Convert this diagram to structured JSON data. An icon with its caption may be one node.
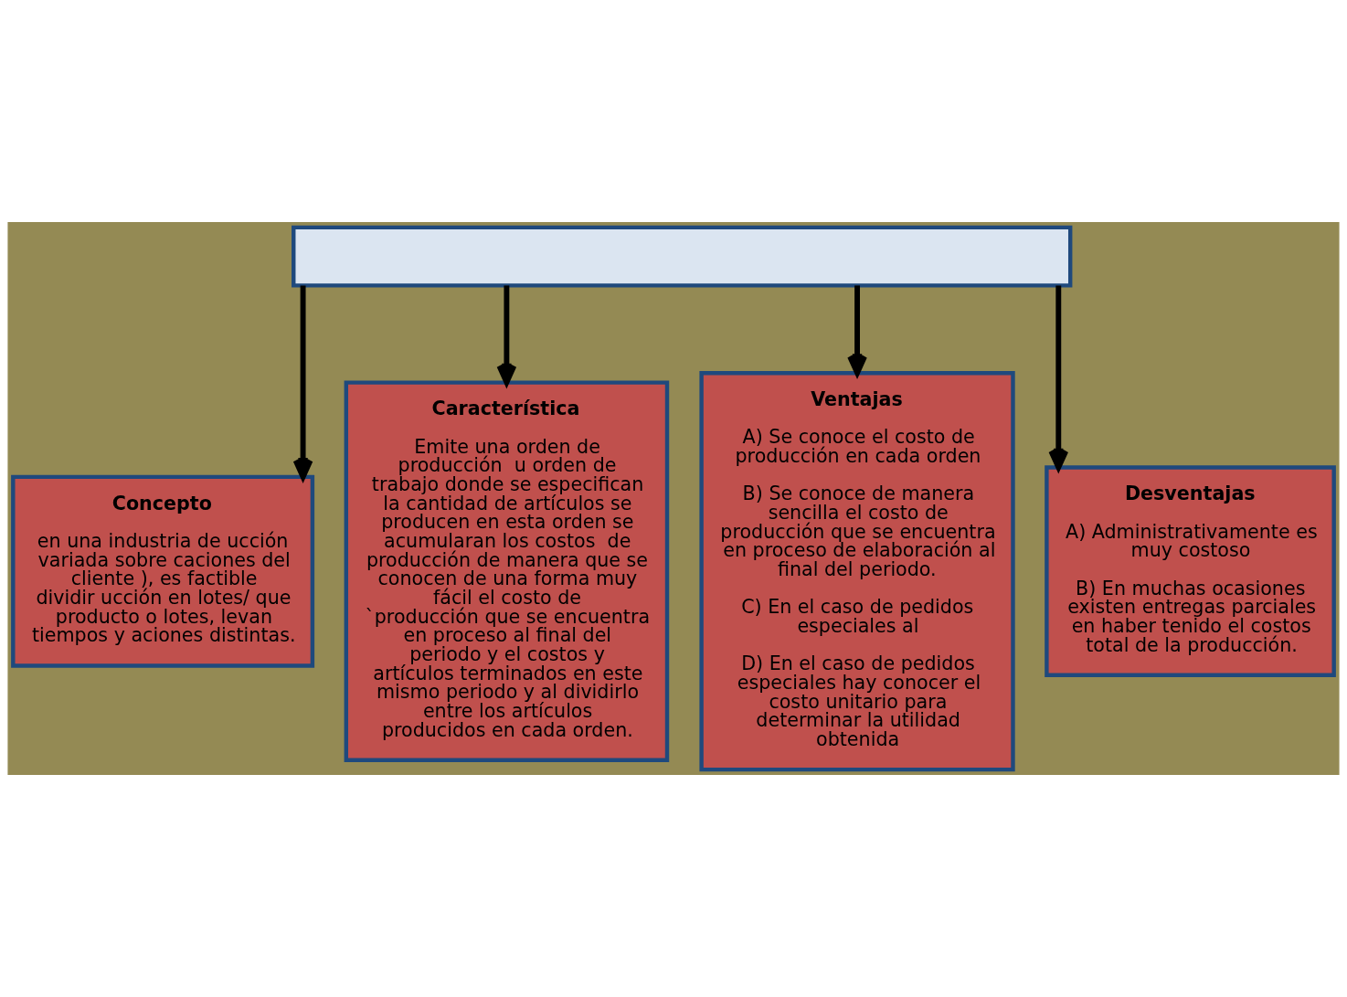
{
  "diagram": {
    "nodes": [
      {
        "text": [],
        "shape": "box"
      },
      {
        "text": [
          "Concepto",
          "en una industria de ucción variada sobre caciones del cliente ), es factible dividir ucción en lotes/ que producto o lotes, levan tiempos y aciones distintas."
        ]
      },
      {
        "text": [
          "Característica",
          "Emite una orden de producción  u orden de trabajo donde se especifican la cantidad de artículos se producen en esta orden se acumularan los costos  de producción de manera que se conocen de una forma muy fácil el costo de `producción que se encuentra en proceso al final del periodo y el costos y artículos terminados en este mismo periodo y al dividirlo entre los artículos producidos en cada orden."
        ]
      },
      {
        "text": [
          "Ventajas",
          "A) Se conoce el costo de producción en cada orden",
          "B) Se conoce de manera sencilla el costo de producción que se encuentra en proceso de elaboración al final del periodo.",
          "C) En el caso de pedidos especiales al",
          "D) En el caso de pedidos especiales hay conocer el costo unitario para determinar la utilidad obtenida"
        ]
      },
      {
        "text": [
          "Desventajas",
          "A) Administrativamente es muy costoso",
          "B) En muchas ocasiones existen entregas parciales en haber tenido el costos total de la producción."
        ]
      }
    ],
    "edges": [
      {
        "from": 0,
        "to": 1,
        "arrow": "to"
      },
      {
        "from": 0,
        "to": 2,
        "arrow": "to"
      },
      {
        "from": 0,
        "to": 3,
        "arrow": "to"
      },
      {
        "from": 0,
        "to": 4,
        "arrow": "to"
      }
    ]
  }
}
